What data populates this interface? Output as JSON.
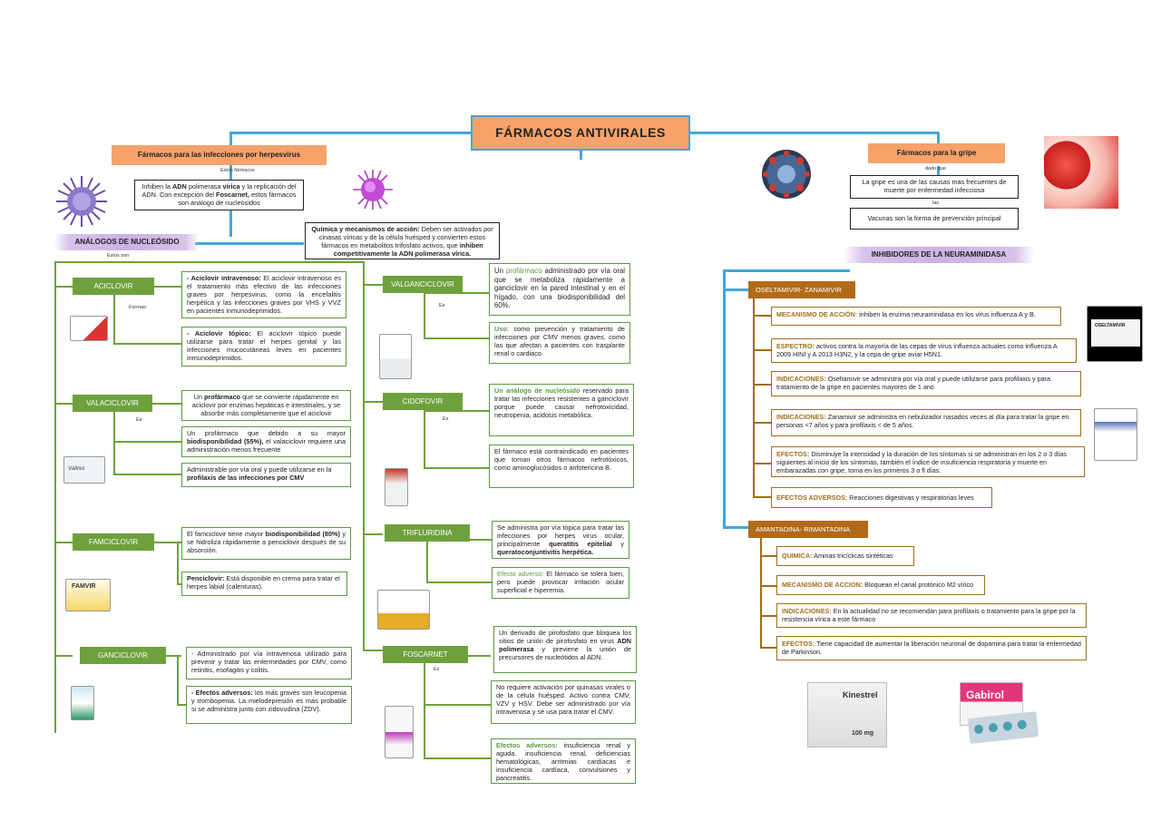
{
  "title": "FÁRMACOS ANTIVIRALES",
  "left": {
    "header": "Fármacos para las infecciones por herpesvirus",
    "connector": "Estos fármacos",
    "intro": {
      "p1": "Inhiben la ",
      "b1": "ADN",
      "p2": " polimerasa ",
      "b2": "vírica",
      "p3": " y la replicación del ADN. Con excepción del ",
      "b3": "Foscarnet,",
      "p4": " estos fármacos son análogo de nucleósidos"
    },
    "mechanism": {
      "b1": "Química y mecanismos de acción:",
      "p1": " Deben ser activados por cinasas víricas y de la célula huésped y convierten estos fármacos en metabolitos trifosfato activos, que ",
      "b2": "inhiben competitivamente la ADN polimerasa vírica."
    },
    "analogs_banner": "ANÁLOGOS DE NUCLEÓSIDO",
    "analogs_connector": "Estos son",
    "aciclovir": {
      "label": "ACICLOVIR",
      "connector": "Formas:",
      "box1": {
        "b1": "- Aciclovir intravenoso:",
        "p1": " El aciclovir intravenoso es el tratamiento más efectivo de las infecciones graves por herpesvirus, como la encefalitis herpética y las infecciones graves por VHS y VVZ en pacientes inmunodeprimidos."
      },
      "box2": {
        "b1": "- Aciclovir tópico:",
        "p1": " El aciclovir tópico puede utilizarse para tratar el herpes genital y las infecciones mucocutáneas leves en pacientes inmunodeprimidos."
      }
    },
    "valaciclovir": {
      "label": "VALACICLOVIR",
      "connector": "Es:",
      "box1": {
        "p1": "Un ",
        "b1": "profármaco",
        "p2": " que se convierte rápidamente en aciclovir por enzimas hepáticas e intestinales, y se absorbe más completamente que el aciclovir"
      },
      "box2": {
        "p1": "Un profármaco que debido a su mayor ",
        "b1": "biodisponibilidad (55%),",
        "p2": " el valaciclovir requiere una administración menos frecuente"
      },
      "box3": {
        "p1": "Administrable por vía oral y puede utilizarse en la ",
        "b1": "profilaxis de las infecciones por CMV"
      }
    },
    "famciclovir": {
      "label": "FAMCICLOVIR",
      "box1": {
        "p1": "El famciclovir tiene mayor ",
        "b1": "biodisponibilidad (80%)",
        "p2": " y se hidroliza rápidamente a penciclovir después de su absorción."
      },
      "box2": {
        "b1": "Penciclovir:",
        "p1": " Está disponible en crema para tratar el herpes labial (calenturas)."
      }
    },
    "ganciclovir": {
      "label": "GANCICLOVIR",
      "box1": {
        "p1": "- Administrado por vía intravenosa utilizado para prevenir y tratar las enfermedades por CMV, como retinitis, esofagitis y colitis."
      },
      "box2": {
        "b1": "- Efectos adversos:",
        "p1": " los más graves son leucopenia y trombopenia. La mielodepresión es más probable si se administra junto con zidovudina (ZDV)."
      }
    },
    "valganciclovir": {
      "label": "VALGANCICLOVIR",
      "connector": "Es",
      "box1": {
        "p1": "Un ",
        "g1": "profármaco",
        "p2": " administrado por vía oral que se metaboliza rápidamente a ganciclovir en la pared intestinal y en el hígado, con una biodisponibilidad del 60%."
      },
      "box2": {
        "g1": "Uso:",
        "p1": " como prevención y tratamiento de infecciones por CMV menos graves, como las que afectan a pacientes con trasplante renal o cardiaco."
      }
    },
    "cidofovir": {
      "label": "CIDOFOVIR",
      "connector": "Es",
      "box1": {
        "g1": "Un análogo de nucleósido",
        "p1": " reservado para tratar las infecciones resistentes a ganciclovir porque puede causar nefrotoxicidad, neutropenia, acidosis metabólica."
      },
      "box2": {
        "p1": "El fármaco está contraindicado en pacientes que toman otros fármacos nefrotóxicos, como aminoglucósidos o anfotericina B."
      }
    },
    "trifluridina": {
      "label": "TRIFLURIDINA",
      "box1": {
        "p1": "Se administra por vía tópica para tratar las infecciones por herpes virus ocular, principalmente ",
        "b1": "queratitis epitelial",
        "p2": " y ",
        "b2": "queratoconjuntivitis herpética."
      },
      "box2": {
        "g1": "Efecto adverso:",
        "p1": " El fármaco se tolera bien, pero puede provocar irritación ocular superficial e hiperemia."
      }
    },
    "foscarnet": {
      "label": "FOSCARNET",
      "connector": "Es",
      "box1": {
        "p1": "Un derivado de pirofosfato que bloquea los sitios de unión de pirofosfato en virus ",
        "b1": "ADN polimerasa",
        "p2": " y previene la unión de precursores de nucleótidos al ADN."
      },
      "box2": {
        "p1": "No requiere activación por quinasas virales o de la célula huésped. Activo contra CMV, VZV y HSV. Debe ser administrado por vía intravenosa y se usa para tratar el CMV."
      },
      "box3": {
        "g1": "Efectos adversos:",
        "p1": " insuficiencia renal y aguda. insuficiencia renal, deficiencias hematológicas, arritmias cardíacas e insuficiencia cardíaca, convulsiones y pancreatitis."
      }
    }
  },
  "right": {
    "header": "Fármacos para la gripe",
    "connector1": "dado que",
    "box1": "La gripe es una de las causas mas frecuentes de muerte por enfermedad infecciosa",
    "connector2": "las",
    "box2": "Vacunas son la forma de prevención principal",
    "banner": "INHIBIDORES DE LA NEURAMINIDASA",
    "oseltamivir": {
      "label": "OSELTAMIVIR- ZANAMIVIR",
      "mecanismo": {
        "k": "MECANISMO DE ACCIÓN:",
        "v": " inhiben la enzima neuraminidasa en los virus influenza A y B."
      },
      "espectro": {
        "k": "ESPECTRO:",
        "v": " activos contra la mayoría de las cepas de virus influenza actuales como influenza A 2009 HINI y A 2013 H3N2, y la cepa de gripe aviar H5N1."
      },
      "indicaciones1": {
        "k": "INDICACIONES:",
        "v": " Oseltamivir se administra por vía oral y puede utilizarse para profilaxis y para tratamiento de la gripe en pacientes mayores de 1 ano"
      },
      "indicaciones2": {
        "k": "INDICACIONES:",
        "v": " Zanamivir se administra en nebulizador nasados veces al día para tratar la gripe en personas <7 años y para profilaxis < de 5 años."
      },
      "efectos": {
        "k": "EFECTOS:",
        "v": " Disminuye la intensidad y la duración de los síntomas si se administran en los 2 o 3 días siguientes al inicio de los síntomas, también el índice de insuficiencia respiratoria y muerte en embarazadas con gripe, toma en los primeros 3 o fl días."
      },
      "adversos": {
        "k": "EFECTOS ADVERSOS:",
        "v": " Reacciones digestivas y respiratorias leves"
      }
    },
    "amantadina": {
      "label": "AMANTADINA- RIMANTADINA",
      "quimica": {
        "k": "QUIMICA:",
        "v": " Aminas tricíclicas sintéticas"
      },
      "mecanismo": {
        "k": "MECANISMO DE ACCION:",
        "v": " Bloquean el canal protónico M2 vírico"
      },
      "indicaciones": {
        "k": "INDICACIONES:",
        "v": " En la actualidad no se recomiendan para profilaxis o tratamiento para la gripe por la resistencia vírica a este fármaco"
      },
      "efectos": {
        "k": "EFECTOS:",
        "v": " Tiene capacidad de aumentar la liberación neuronal de dopamina para tratar la enfermedad de Parkinson."
      }
    }
  },
  "product_labels": {
    "famvir": "FAMVIR",
    "kinestrel": "Kinestrel",
    "kinestrel_dose": "100 mg",
    "gabirol": "Gabirol",
    "oseltamivir_box": "OSELTAMIVIR",
    "valtrex": "Valtrex"
  },
  "colors": {
    "blue_connector": "#3fa8d8",
    "green": "#6ea13d",
    "brown": "#a06e1a",
    "orange_header": "#f6a26a"
  }
}
